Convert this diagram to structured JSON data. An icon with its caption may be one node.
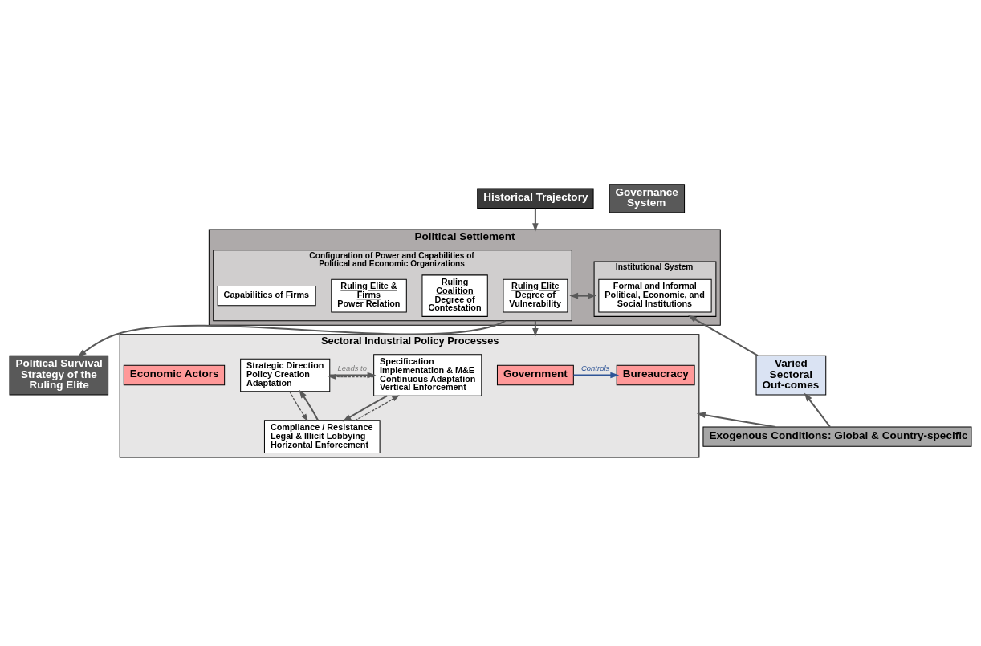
{
  "diagram": {
    "nodes": [
      {
        "text": [
          "Historical Trajectory"
        ]
      },
      {
        "text": [
          "Political Settlement"
        ]
      },
      {
        "text": [
          "Configuration of Power and Capabilities of Political and Economic Organizations"
        ],
        "in": 1
      },
      {
        "text": [
          "Ruling Elite",
          "Degree of Vulnerability"
        ],
        "in": 2
      },
      {
        "text": [
          "Ruling Coalition",
          "Degree of Contestation"
        ],
        "in": 2
      },
      {
        "text": [
          "Ruling Elite & Firms",
          "Power Relation"
        ],
        "in": 2
      },
      {
        "text": [
          "Capabilities of Firms"
        ],
        "in": 2
      },
      {
        "text": [
          "Institutional System"
        ],
        "in": 1
      },
      {
        "text": [
          "Formal and Informal Political, Economic, and Social Institutions"
        ],
        "in": 7
      },
      {
        "text": [
          "Political Survival Strategy of the Ruling Elite"
        ]
      },
      {
        "text": [
          "Governance System"
        ]
      },
      {
        "text": [
          "Sectoral Industrial Policy Processes"
        ]
      },
      {
        "text": [
          "Government"
        ],
        "in": 11
      },
      {
        "text": [
          "Strategic Direction",
          "Policy Creation",
          "Adaptation"
        ],
        "in": 11
      },
      {
        "text": [
          "Bureaucracy"
        ],
        "in": 11
      },
      {
        "text": [
          "Specification",
          "Implementation & M&E",
          "Continuous Adaptation",
          "Vertical Enforcement"
        ],
        "in": 11
      },
      {
        "text": [
          "Economic Actors"
        ],
        "in": 11
      },
      {
        "text": [
          "Compliance / Resistance",
          "Legal & Illicit Lobbying",
          "Horizontal Enforcement"
        ],
        "in": 11
      },
      {
        "text": [
          "Varied Sectoral Out-comes"
        ]
      },
      {
        "text": [
          "Exogenous Conditions: Global & Country-specific"
        ]
      }
    ],
    "edges": [
      {
        "from": 0,
        "to": 1,
        "arrow": "to"
      },
      {
        "from": 2,
        "to": 7,
        "arrow": "both"
      },
      {
        "from": 2,
        "to": 9,
        "arrow": "to"
      },
      {
        "from": 2,
        "to": 11,
        "arrow": "to"
      },
      {
        "from": 12,
        "to": 14,
        "arrow": "to",
        "label": "Controls",
        "color": "#2f5597"
      },
      {
        "from": 13,
        "to": 15,
        "arrow": "to",
        "label": "Leads to"
      },
      {
        "from": 15,
        "to": 13,
        "arrow": "to",
        "style": "dashed"
      },
      {
        "from": 13,
        "to": 17,
        "arrow": "to",
        "style": "dashed"
      },
      {
        "from": 17,
        "to": 13,
        "arrow": "to"
      },
      {
        "from": 15,
        "to": 17,
        "arrow": "to"
      },
      {
        "from": 17,
        "to": 15,
        "arrow": "to",
        "style": "dashed"
      },
      {
        "from": 19,
        "to": 11,
        "arrow": "to"
      },
      {
        "from": 19,
        "to": 18,
        "arrow": "to"
      },
      {
        "from": 18,
        "to": 7,
        "arrow": "to"
      }
    ]
  }
}
